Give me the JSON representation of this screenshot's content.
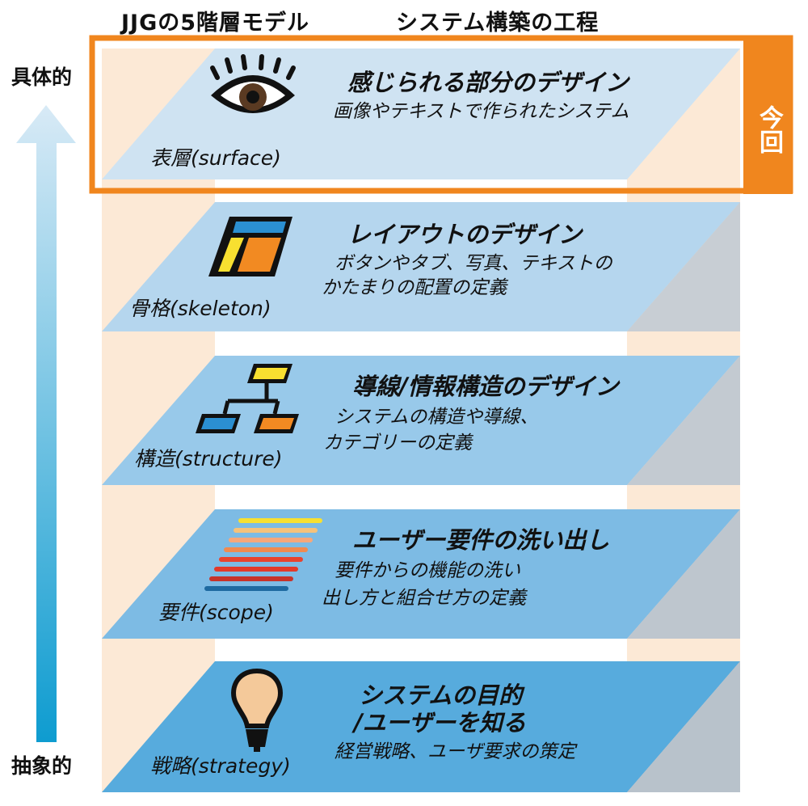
{
  "header": {
    "left_title": "JJGの5階層モデル",
    "right_title": "システム構築の工程"
  },
  "axis": {
    "top_label": "具体的",
    "bottom_label": "抽象的"
  },
  "highlight_label": "今回",
  "colors": {
    "accent_orange": "#F0861E",
    "side_peach": "#FCE9D6",
    "arrow_top": "#D8EAF6",
    "arrow_bottom": "#0E9CD0"
  },
  "layers": [
    {
      "name": "表層(surface)",
      "heading": [
        "感じられる部分のデザイン"
      ],
      "desc": [
        "画像やテキストで作られたシステム"
      ],
      "icon": "eye-icon",
      "color": "#CFE3F2"
    },
    {
      "name": "骨格(skeleton)",
      "heading": [
        "レイアウトのデザイン"
      ],
      "desc": [
        "ボタンやタブ、写真、テキストの",
        "かたまりの配置の定義"
      ],
      "icon": "layout-icon",
      "color": "#B5D6EE"
    },
    {
      "name": "構造(structure)",
      "heading": [
        "導線/情報構造のデザイン"
      ],
      "desc": [
        "システムの構造や導線、",
        "カテゴリーの定義"
      ],
      "icon": "hierarchy-icon",
      "color": "#98C9EA"
    },
    {
      "name": "要件(scope)",
      "heading": [
        "ユーザー要件の洗い出し"
      ],
      "desc": [
        "要件からの機能の洗い",
        "出し方と組合せ方の定義"
      ],
      "icon": "list-icon",
      "color": "#7DBBE4"
    },
    {
      "name": "戦略(strategy)",
      "heading": [
        "システムの目的",
        "/ユーザーを知る"
      ],
      "desc": [
        "経営戦略、ユーザ要求の策定"
      ],
      "icon": "lightbulb-icon",
      "color": "#57ABDD"
    }
  ]
}
